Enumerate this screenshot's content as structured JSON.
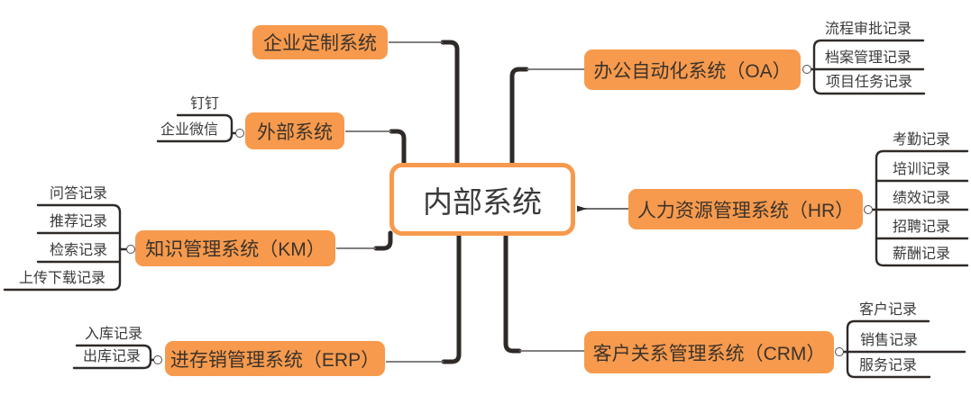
{
  "root": {
    "label": "内部系统"
  },
  "branches": [
    {
      "id": "custom",
      "label": "企业定制系统",
      "children": []
    },
    {
      "id": "external",
      "label": "外部系统",
      "children": [
        "钉钉",
        "企业微信"
      ]
    },
    {
      "id": "km",
      "label": "知识管理系统（KM）",
      "children": [
        "问答记录",
        "推荐记录",
        "检索记录",
        "上传下载记录"
      ]
    },
    {
      "id": "erp",
      "label": "进存销管理系统（ERP）",
      "children": [
        "入库记录",
        "出库记录"
      ]
    },
    {
      "id": "oa",
      "label": "办公自动化系统（OA）",
      "children": [
        "流程审批记录",
        "档案管理记录",
        "项目任务记录"
      ]
    },
    {
      "id": "hr",
      "label": "人力资源管理系统（HR）",
      "children": [
        "考勤记录",
        "培训记录",
        "绩效记录",
        "招聘记录",
        "薪酬记录"
      ]
    },
    {
      "id": "crm",
      "label": "客户关系管理系统（CRM）",
      "children": [
        "客户记录",
        "销售记录",
        "服务记录"
      ]
    }
  ],
  "colors": {
    "topic_fill": "#F79A4D",
    "branch_line": "#2F2A27",
    "link_line": "#6E6E6E",
    "text": "#3A3A3A",
    "background": "#FFFFFF"
  }
}
